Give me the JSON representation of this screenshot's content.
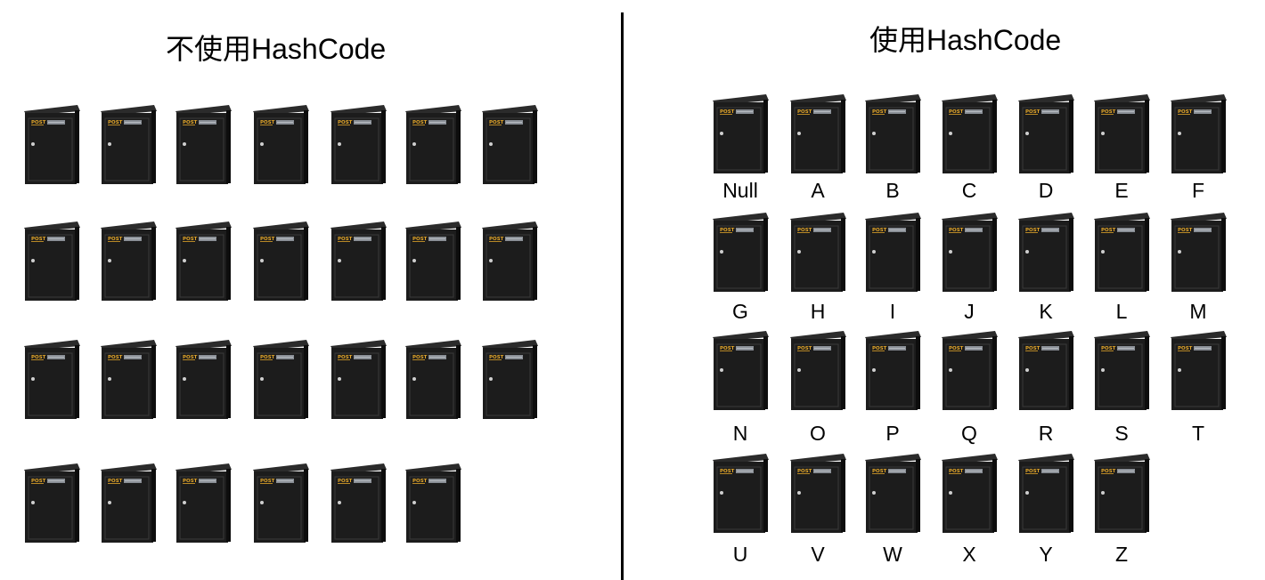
{
  "left_panel": {
    "title": "不使用HashCode",
    "mailbox_count": 27
  },
  "right_panel": {
    "title": "使用HashCode",
    "labels": [
      "Null",
      "A",
      "B",
      "C",
      "D",
      "E",
      "F",
      "G",
      "H",
      "I",
      "J",
      "K",
      "L",
      "M",
      "N",
      "O",
      "P",
      "Q",
      "R",
      "S",
      "T",
      "U",
      "V",
      "W",
      "X",
      "Y",
      "Z"
    ]
  },
  "mailbox": {
    "plate_text": "POST",
    "body_color": "#1c1c1c",
    "plate_color": "#e1a52a"
  }
}
